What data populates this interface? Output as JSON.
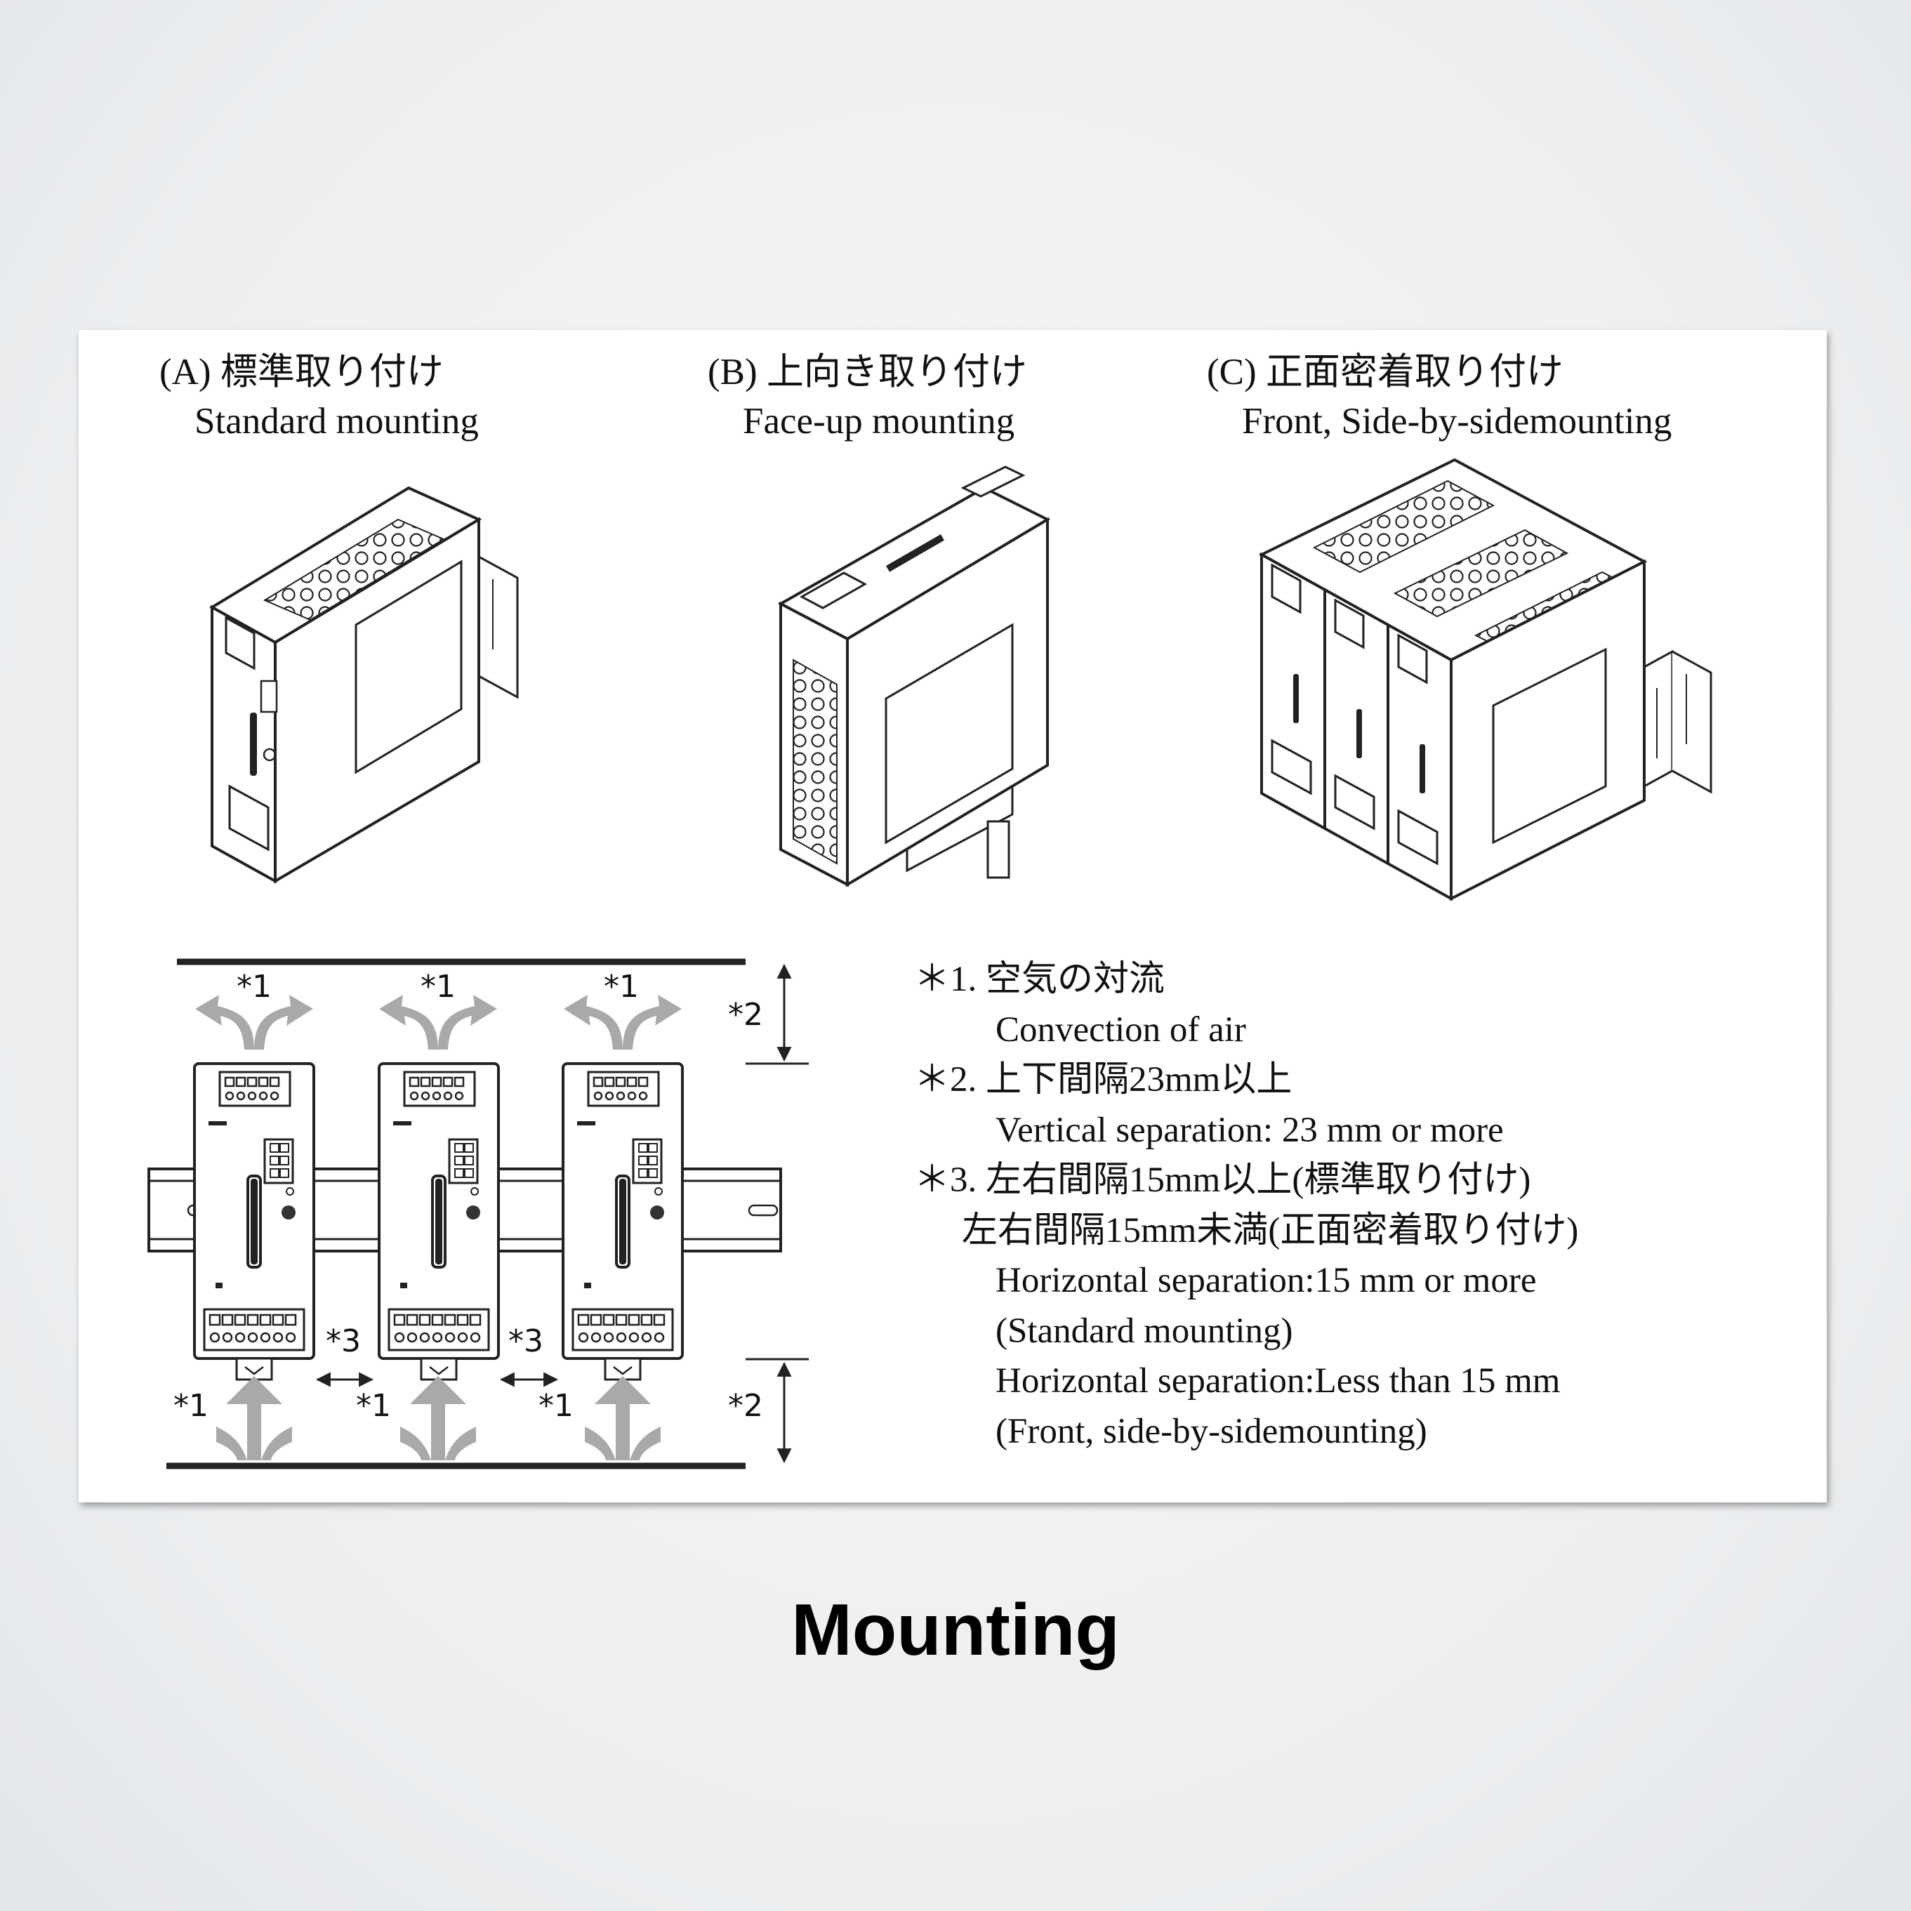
{
  "mounting_types": [
    {
      "jp": "(A) 標準取り付け",
      "en": "Standard mounting"
    },
    {
      "jp": "(B) 上向き取り付け",
      "en": "Face-up mounting"
    },
    {
      "jp": "(C) 正面密着取り付け",
      "en": "Front, Side-by-sidemounting"
    }
  ],
  "markers": {
    "m1": "*1",
    "m2": "*2",
    "m3": "*3"
  },
  "notes": [
    {
      "jp": "＊1. 空気の対流",
      "en": [
        "Convection of air"
      ]
    },
    {
      "jp": "＊2. 上下間隔23mm以上",
      "en": [
        "Vertical separation: 23 mm or more"
      ]
    },
    {
      "jp": "＊3. 左右間隔15mm以上(標準取り付け)",
      "jp2": "左右間隔15mm未満(正面密着取り付け)",
      "en": [
        "Horizontal separation:15 mm or more",
        "(Standard mounting)",
        "Horizontal separation:Less than 15 mm",
        "(Front, side-by-sidemounting)"
      ]
    }
  ],
  "caption": "Mounting"
}
